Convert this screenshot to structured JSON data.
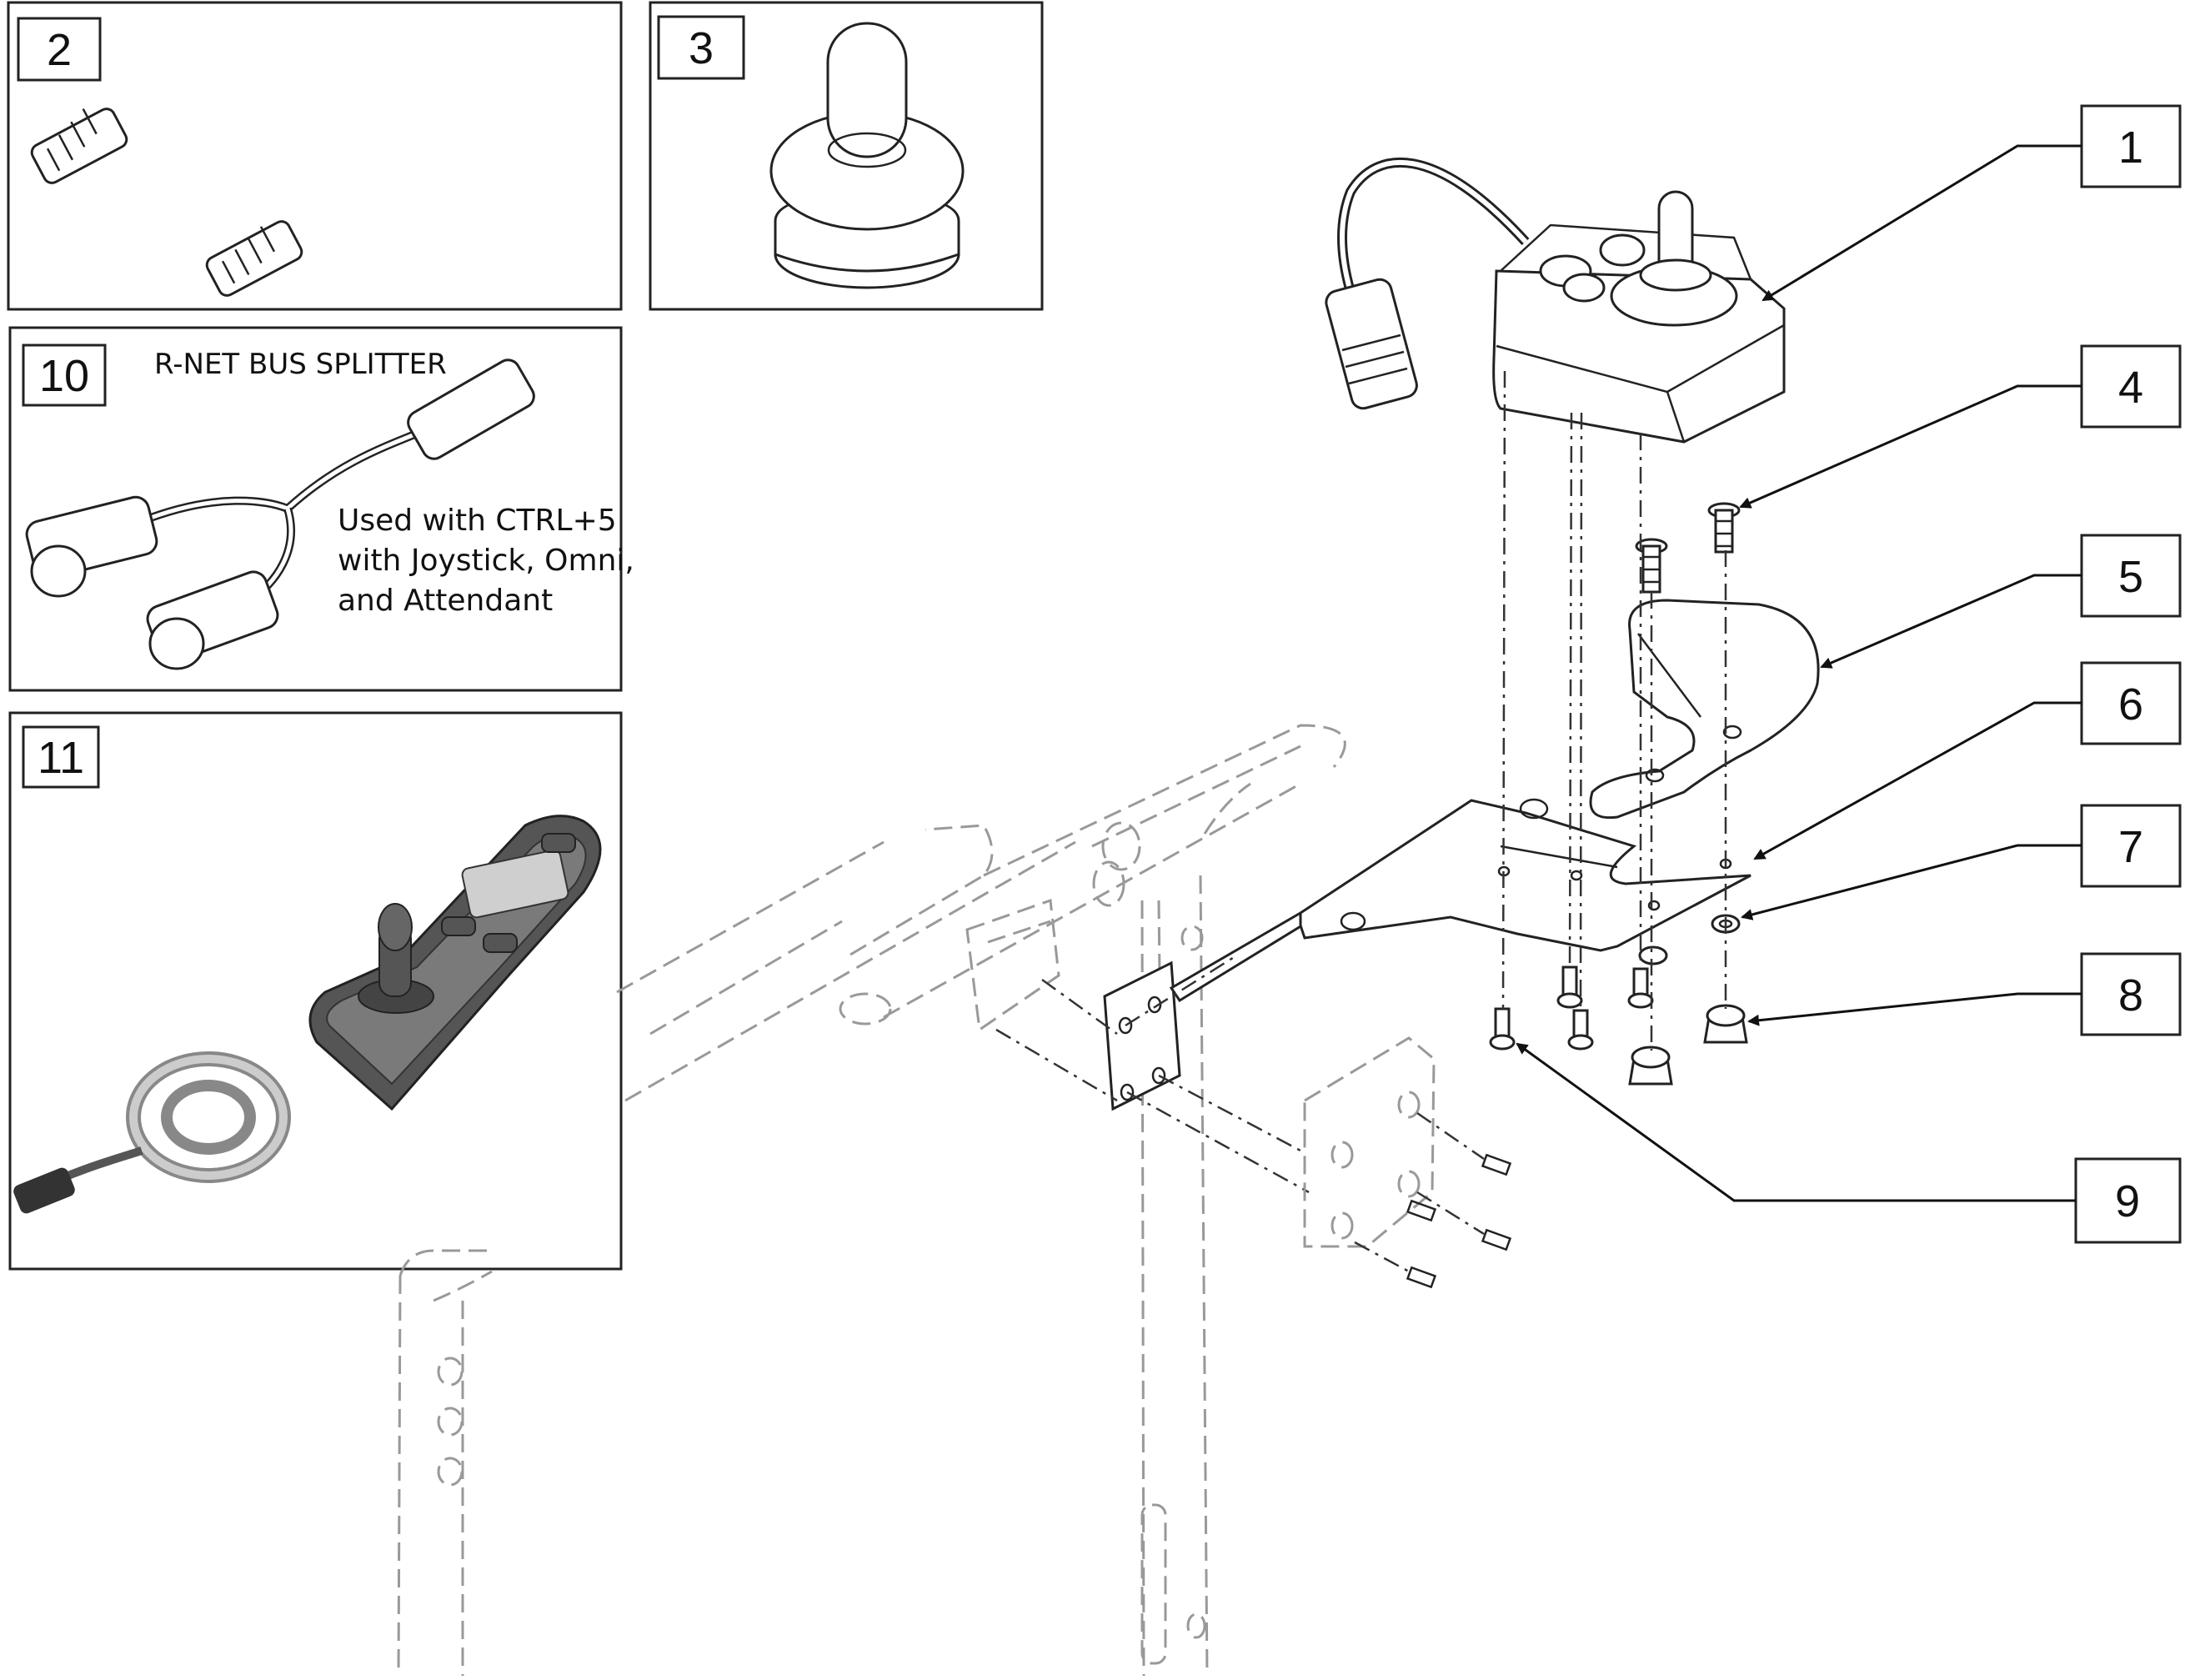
{
  "diagram": {
    "callouts": [
      {
        "id": "1",
        "label": "1"
      },
      {
        "id": "2",
        "label": "2"
      },
      {
        "id": "3",
        "label": "3"
      },
      {
        "id": "4",
        "label": "4"
      },
      {
        "id": "5",
        "label": "5"
      },
      {
        "id": "6",
        "label": "6"
      },
      {
        "id": "7",
        "label": "7"
      },
      {
        "id": "8",
        "label": "8"
      },
      {
        "id": "9",
        "label": "9"
      },
      {
        "id": "10",
        "label": "10"
      },
      {
        "id": "11",
        "label": "11"
      }
    ],
    "inset_10": {
      "title": "R-NET BUS SPLITTER",
      "note_lines": [
        "Used with CTRL+5",
        "with Joystick, Omni,",
        "and Attendant"
      ]
    }
  }
}
